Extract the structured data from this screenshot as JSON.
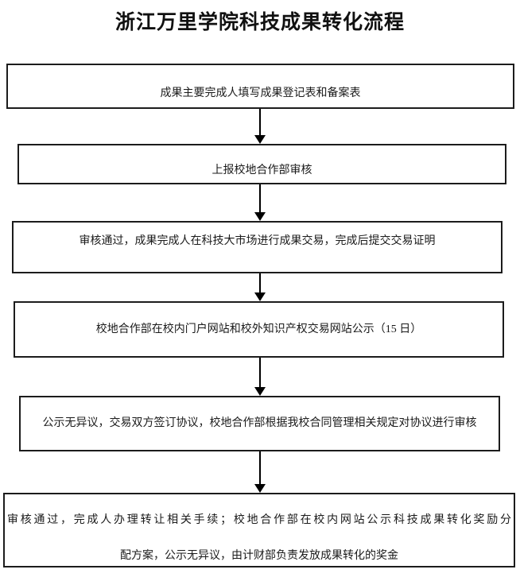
{
  "title": "浙江万里学院科技成果转化流程",
  "flowchart": {
    "steps": [
      {
        "lines": [
          "成果主要完成人填写成果登记表和备案表"
        ]
      },
      {
        "lines": [
          "上报校地合作部审核"
        ]
      },
      {
        "lines": [
          "审核通过，成果完成人在科技大市场进行成果交易，完成后提交交易证明"
        ]
      },
      {
        "lines": [
          "校地合作部在校内门户网站和校外知识产权交易网站公示（15 日）"
        ]
      },
      {
        "lines": [
          "公示无异议，交易双方签订协议，校地合作部根据我校合同管理相关规定对协议进行审核"
        ]
      },
      {
        "lines": [
          "审核通过，完成人办理转让相关手续；校地合作部在校内网站公示科技成果转化奖励分",
          "配方案，公示无异议，由计财部负责发放成果转化的奖金"
        ]
      }
    ]
  },
  "colors": {
    "background": "#ffffff",
    "border": "#1c1c1c",
    "text": "#1a1a1a",
    "arrow": "#000000"
  }
}
